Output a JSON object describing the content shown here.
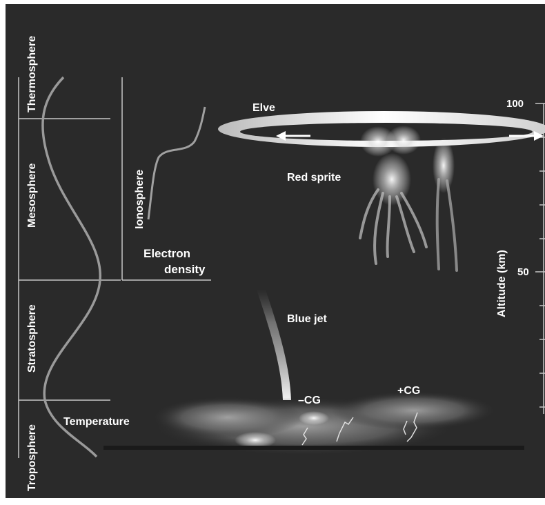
{
  "labels": {
    "thermosphere": "Thermosphere",
    "mesosphere": "Mesosphere",
    "stratosphere": "Stratosphere",
    "troposphere": "Troposphere",
    "ionosphere": "Ionosphere",
    "electron_line1": "Electron",
    "electron_line2": "density",
    "temperature": "Temperature",
    "elve": "Elve",
    "red_sprite": "Red sprite",
    "blue_jet": "Blue jet",
    "neg_cg": "–CG",
    "pos_cg": "+CG",
    "altitude_axis": "Altitude (km)",
    "tick_100": "100",
    "tick_50": "50"
  },
  "colors": {
    "background": "#2a2a2a",
    "text": "#ffffff",
    "lines": "#c8c8c8",
    "curve": "#9a9a9a"
  }
}
